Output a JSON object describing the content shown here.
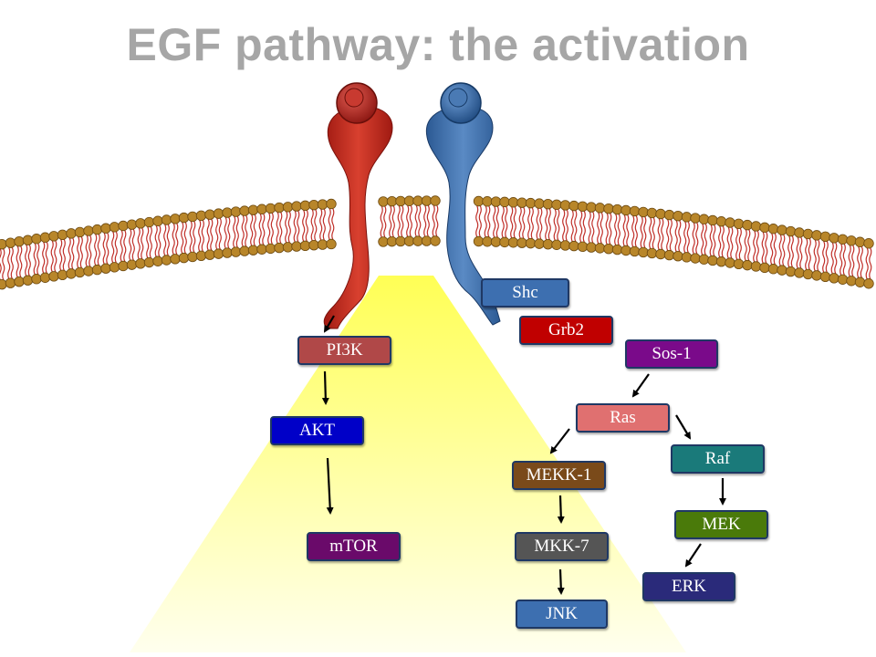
{
  "title": "EGF pathway: the activation",
  "colors": {
    "title": "#a6a6a6",
    "receptor_left": "#c0302a",
    "receptor_right": "#3f6fa8",
    "membrane_head": "#b8862a",
    "membrane_tail": "#c0302a",
    "cone": "#ffff66",
    "node_border": "#1f3864"
  },
  "nodes": {
    "shc": "Shc",
    "grb2": "Grb2",
    "sos1": "Sos-1",
    "pi3k": "PI3K",
    "akt": "AKT",
    "mtor": "mTOR",
    "ras": "Ras",
    "raf": "Raf",
    "mekk1": "MEKK-1",
    "mkk7": "MKK-7",
    "jnk": "JNK",
    "mek": "MEK",
    "erk": "ERK"
  },
  "node_colors": {
    "shc": "#3d6fb0",
    "grb2": "#c00000",
    "sos1": "#7a0a8a",
    "pi3k": "#b04848",
    "akt": "#0000c8",
    "mtor": "#6a0a6a",
    "ras": "#e07070",
    "raf": "#1a7a7a",
    "mekk1": "#7a4a1a",
    "mkk7": "#555555",
    "jnk": "#3d6fb0",
    "mek": "#4a7a0a",
    "erk": "#2a2a7a"
  }
}
